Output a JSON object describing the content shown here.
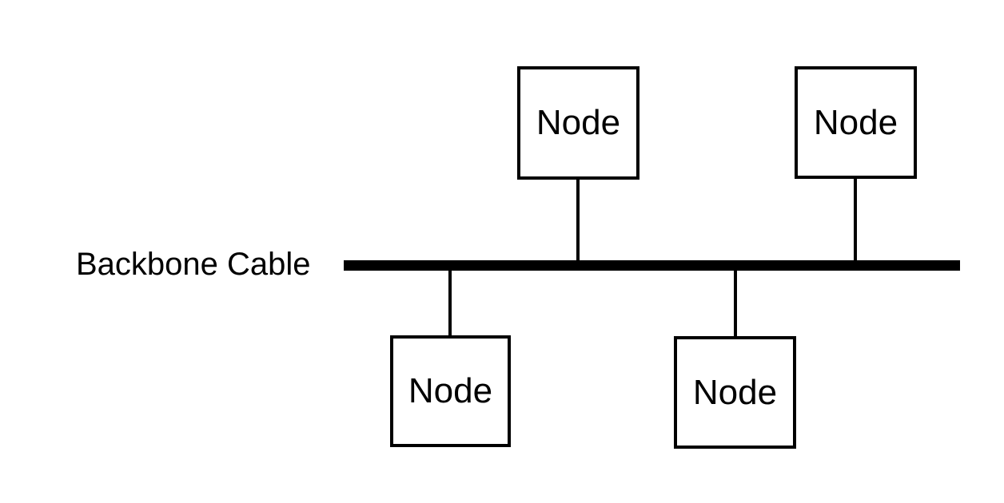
{
  "diagram": {
    "backbone": {
      "label": "Backbone Cable"
    },
    "nodes": [
      {
        "label": "Node"
      },
      {
        "label": "Node"
      },
      {
        "label": "Node"
      },
      {
        "label": "Node"
      }
    ],
    "colors": {
      "line": "#000000",
      "text": "#000000",
      "background": "#ffffff"
    }
  }
}
